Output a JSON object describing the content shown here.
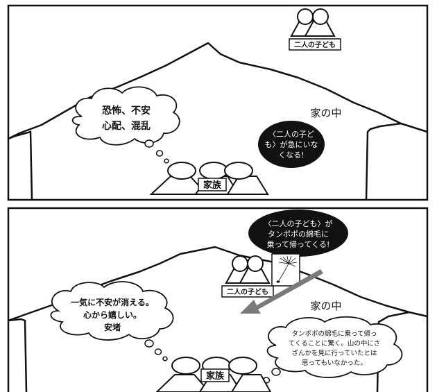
{
  "panel1": {
    "children_label": "二人の子ども",
    "house_label": "家の中",
    "family_label": "家族",
    "thought_lines": [
      "恐怖、不安",
      "心配、混乱"
    ],
    "event_lines": [
      "〈二人の子ど",
      "も〉が急にいな",
      "くなる!"
    ]
  },
  "panel2": {
    "children_label": "二人の子ども",
    "house_label": "家の中",
    "family_label": "家族",
    "event_lines": [
      "〈二人の子ども〉が",
      "タンポポの綿毛に",
      "乗って帰ってくる!"
    ],
    "left_thought_lines": [
      "一気に不安が消える。",
      "心から嬉しい。",
      "安堵"
    ],
    "right_thought_lines": [
      "タンポポの綿毛に乗って帰っ",
      "てくることに驚く。山の中にさ",
      "ざんかを見に行っていたとは",
      "思ってもいなかった。"
    ]
  }
}
